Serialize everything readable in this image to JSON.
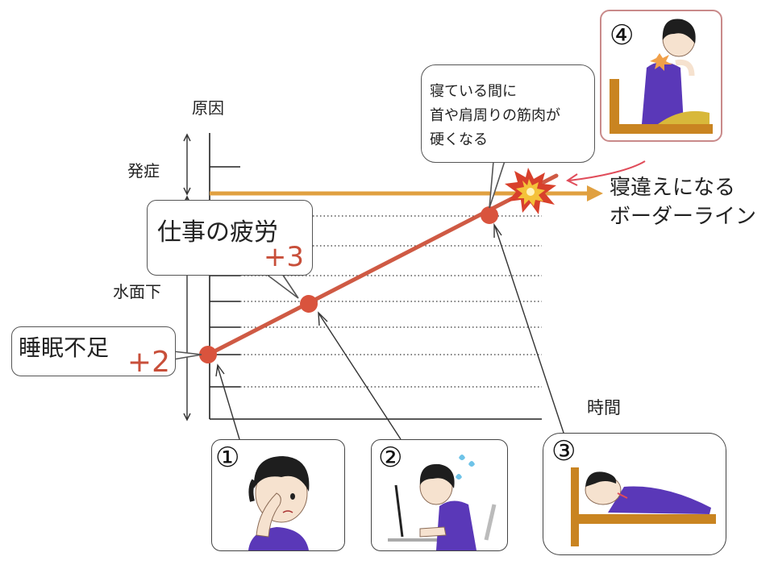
{
  "labels": {
    "cause": "原因",
    "onset": "発症",
    "underwater": "水面下",
    "time": "時間",
    "borderline_1": "寝違えになる",
    "borderline_2": "ボーダーライン"
  },
  "bubbles": {
    "work_fatigue": {
      "title": "仕事の疲労",
      "score": "+3"
    },
    "lack_of_sleep": {
      "title": "睡眠不足",
      "score": "+2"
    },
    "during_sleep": {
      "line1": "寝ている間に",
      "line2": "首や肩周りの筋肉が",
      "line3": "硬くなる"
    }
  },
  "panels": [
    {
      "number": "①",
      "scene": "tired-rubbing-eye"
    },
    {
      "number": "②",
      "scene": "working-at-computer"
    },
    {
      "number": "③",
      "scene": "sleeping-in-bed"
    },
    {
      "number": "④",
      "scene": "neck-pain"
    }
  ],
  "colors": {
    "trend_line": "#cf5a44",
    "trend_point": "#d9533d",
    "threshold": "#e0a040",
    "outline": "#444444",
    "shirt": "#5a38b8",
    "bed": "#c98421"
  }
}
